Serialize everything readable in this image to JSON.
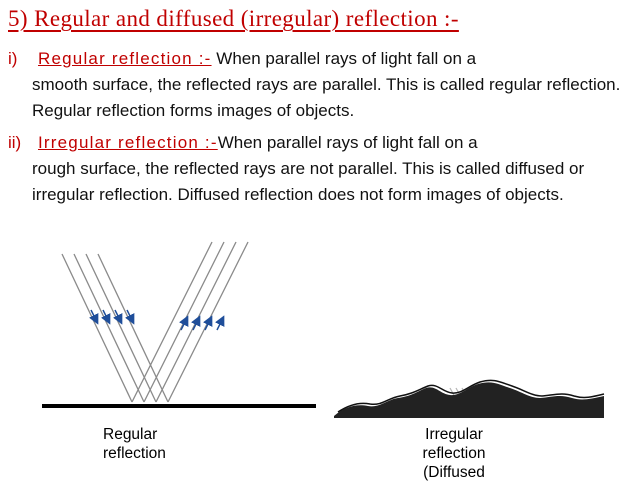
{
  "title": "5) Regular and diffused (irregular) reflection :-",
  "items": [
    {
      "number": "i)",
      "heading": "Regular reflection :-",
      "line1": " When parallel rays of light fall on a",
      "rest": "smooth surface, the reflected rays are parallel. This is called regular reflection. Regular reflection forms images of objects."
    },
    {
      "number": "ii)",
      "heading": "Irregular reflection :-",
      "line1": "When parallel rays of light fall on a",
      "rest": "rough surface, the reflected rays are not parallel. This is called diffused or irregular reflection. Diffused reflection does not form images of objects."
    }
  ],
  "captions": {
    "regular": "Regular reflection",
    "irregular": "Irregular reflection (Diffused"
  },
  "colors": {
    "heading": "#c00000",
    "arrow": "#1f4e9a",
    "ray": "#7f7f7f",
    "surface": "#000000"
  }
}
